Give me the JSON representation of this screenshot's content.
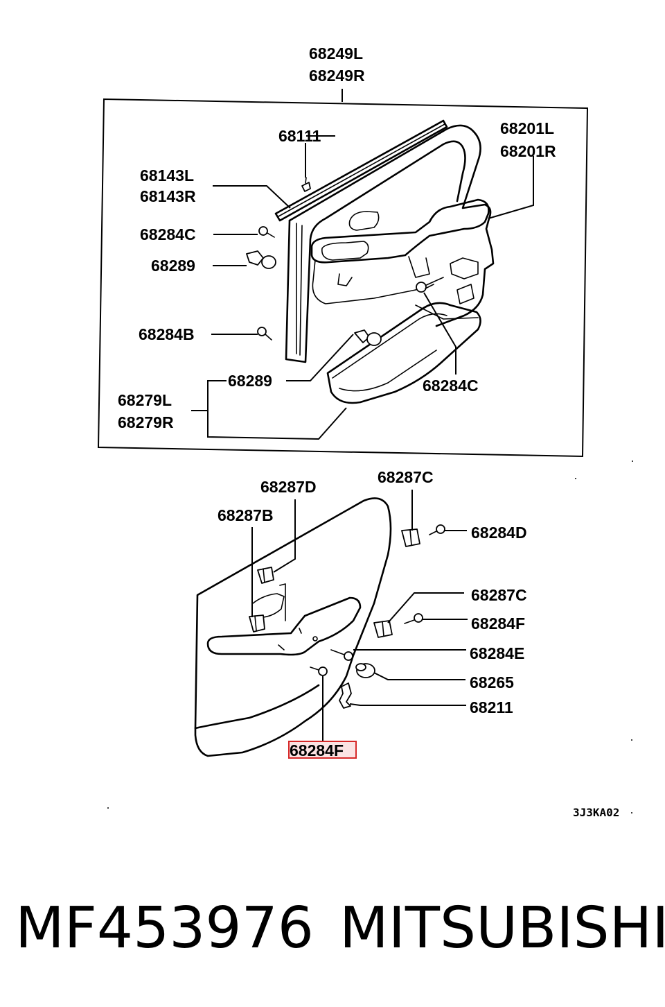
{
  "diagram": {
    "upper": {
      "labels": {
        "l_68249L": "68249L",
        "l_68249R": "68249R",
        "l_68111": "68111",
        "l_68201L": "68201L",
        "l_68201R": "68201R",
        "l_68143L": "68143L",
        "l_68143R": "68143R",
        "l_68284C_a": "68284C",
        "l_68289_a": "68289",
        "l_68284B": "68284B",
        "l_68289_b": "68289",
        "l_68279L": "68279L",
        "l_68279R": "68279R",
        "l_68284C_b": "68284C"
      }
    },
    "lower": {
      "labels": {
        "l_68287D": "68287D",
        "l_68287C_a": "68287C",
        "l_68287B": "68287B",
        "l_68284D": "68284D",
        "l_68287C_b": "68287C",
        "l_68284F_a": "68284F",
        "l_68284E": "68284E",
        "l_68265": "68265",
        "l_68211": "68211",
        "l_68284F_hl": "68284F"
      },
      "highlighted_part": "68284F"
    },
    "drawing_code": "3J3KA02"
  },
  "footer": {
    "part_number": "MF453976",
    "brand": "MITSUBISHI"
  },
  "colors": {
    "line": "#000000",
    "highlight_border": "#d62828",
    "highlight_fill": "#fbe3e3",
    "background": "#ffffff"
  }
}
